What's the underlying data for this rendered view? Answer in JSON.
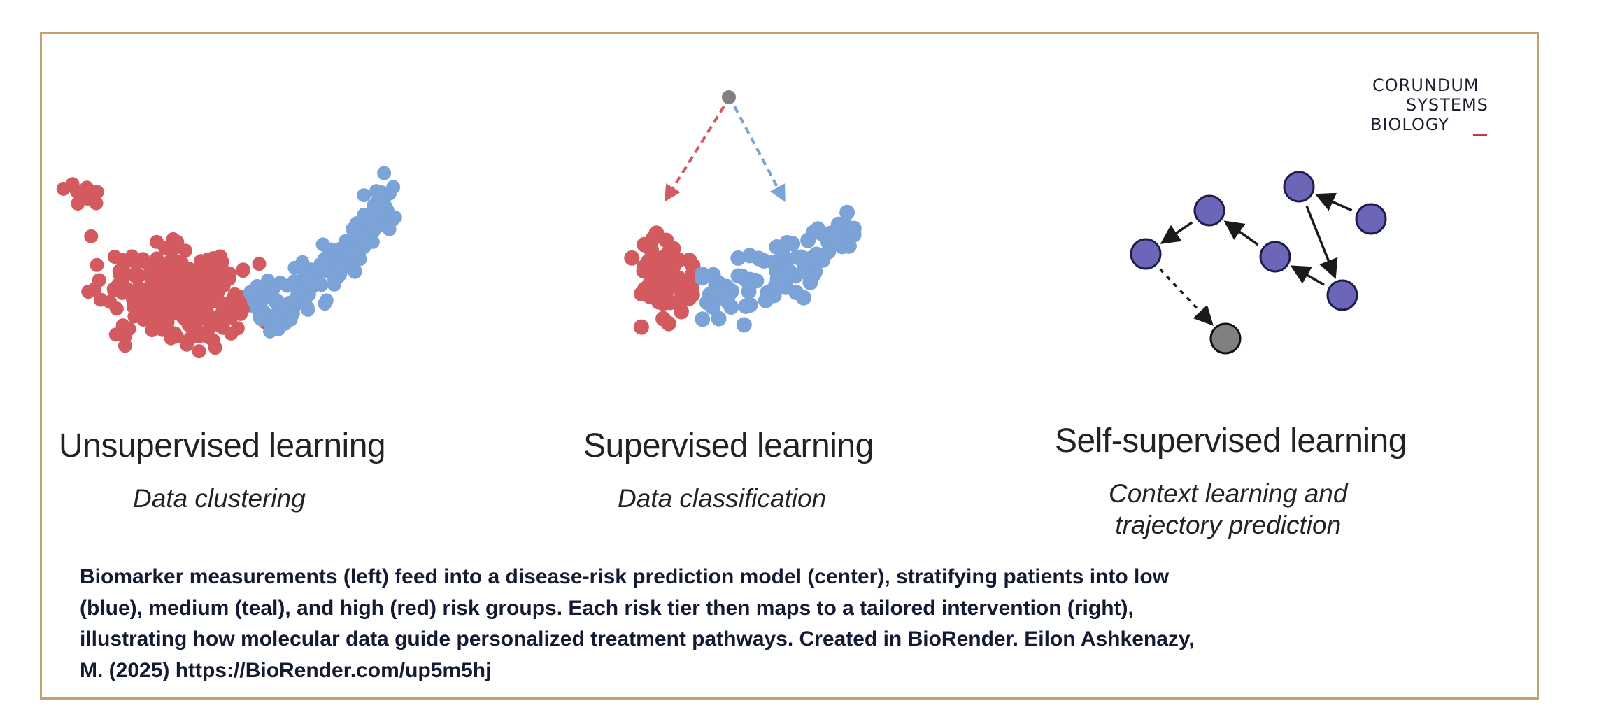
{
  "logo": {
    "lines": [
      "CORUNDUM",
      "SYSTEMS",
      "BIOLOGY"
    ],
    "accent_color": "#c8363a"
  },
  "panels": [
    {
      "title": "Unsupervised learning",
      "subtitle": [
        "Data clustering"
      ]
    },
    {
      "title": "Supervised learning",
      "subtitle": [
        "Data classification"
      ]
    },
    {
      "title": "Self-supervised learning",
      "subtitle": [
        "Context learning and",
        "trajectory prediction"
      ]
    }
  ],
  "caption": {
    "lines": [
      "Biomarker measurements (left) feed into a disease-risk prediction model (center), stratifying patients into low",
      "(blue), medium (teal), and high (red) risk groups. Each risk tier then maps to a tailored intervention (right),",
      "illustrating how molecular data guide personalized treatment pathways. Created in BioRender. Eilon Ashkenazy,",
      "M. (2025) https://BioRender.com/up5m5hj"
    ]
  },
  "colors": {
    "red": "#d35a5e",
    "blue": "#7ba3d8",
    "node": "#6b66b8",
    "node_stroke": "#1e1d4a",
    "gray": "#808080",
    "border": "#c3a171"
  }
}
